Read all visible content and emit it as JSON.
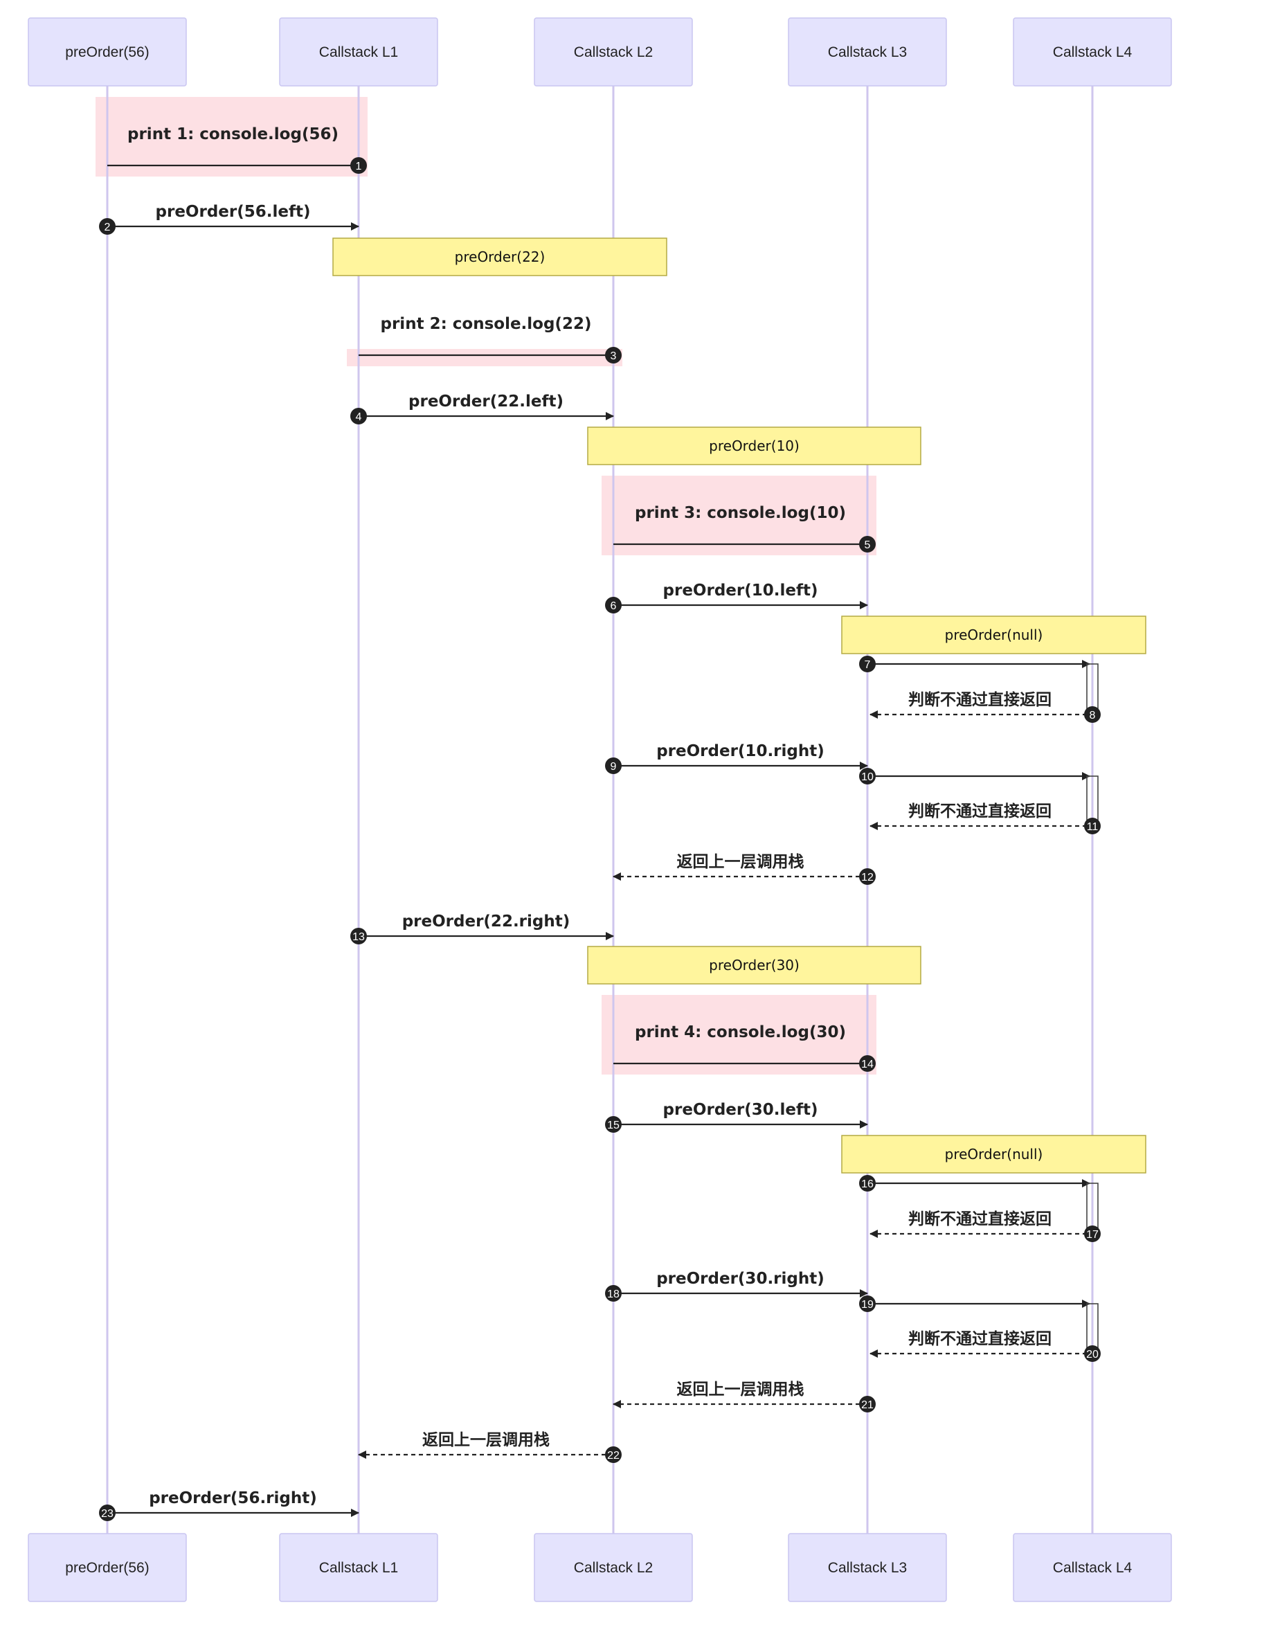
{
  "participants": [
    {
      "id": "P0",
      "label": "preOrder(56)"
    },
    {
      "id": "P1",
      "label": "Callstack L1"
    },
    {
      "id": "P2",
      "label": "Callstack L2"
    },
    {
      "id": "P3",
      "label": "Callstack L3"
    },
    {
      "id": "P4",
      "label": "Callstack L4"
    }
  ],
  "highlights": [
    {
      "from": 0,
      "to": 1
    },
    {
      "from": 1,
      "to": 2
    },
    {
      "from": 2,
      "to": 3
    },
    {
      "from": 2,
      "to": 3
    }
  ],
  "notes": [
    {
      "text": "preOrder(22)",
      "over": [
        1,
        2
      ]
    },
    {
      "text": "preOrder(10)",
      "over": [
        2,
        3
      ]
    },
    {
      "text": "preOrder(null)",
      "over": [
        3,
        4
      ]
    },
    {
      "text": "preOrder(30)",
      "over": [
        2,
        3
      ]
    },
    {
      "text": "preOrder(null)",
      "over": [
        3,
        4
      ]
    }
  ],
  "messages": [
    {
      "seq": 1,
      "from": 1,
      "to": 0,
      "text": "print 1: console.log(56)",
      "style": "solid",
      "arrow": "none"
    },
    {
      "seq": 2,
      "from": 0,
      "to": 1,
      "text": "preOrder(56.left)",
      "style": "solid",
      "arrow": "filled"
    },
    {
      "seq": 3,
      "from": 2,
      "to": 1,
      "text": "print 2: console.log(22)",
      "style": "solid",
      "arrow": "none"
    },
    {
      "seq": 4,
      "from": 1,
      "to": 2,
      "text": "preOrder(22.left)",
      "style": "solid",
      "arrow": "filled"
    },
    {
      "seq": 5,
      "from": 3,
      "to": 2,
      "text": "print 3: console.log(10)",
      "style": "solid",
      "arrow": "none"
    },
    {
      "seq": 6,
      "from": 2,
      "to": 3,
      "text": "preOrder(10.left)",
      "style": "solid",
      "arrow": "filled"
    },
    {
      "seq": 7,
      "from": 3,
      "to": 4,
      "text": "",
      "style": "solid",
      "arrow": "filled"
    },
    {
      "seq": 8,
      "from": 4,
      "to": 3,
      "text": "判断不通过直接返回",
      "style": "dashed",
      "arrow": "filled"
    },
    {
      "seq": 9,
      "from": 2,
      "to": 3,
      "text": "preOrder(10.right)",
      "style": "solid",
      "arrow": "filled"
    },
    {
      "seq": 10,
      "from": 3,
      "to": 4,
      "text": "",
      "style": "solid",
      "arrow": "filled"
    },
    {
      "seq": 11,
      "from": 4,
      "to": 3,
      "text": "判断不通过直接返回",
      "style": "dashed",
      "arrow": "filled"
    },
    {
      "seq": 12,
      "from": 3,
      "to": 2,
      "text": "返回上一层调用栈",
      "style": "dashed",
      "arrow": "filled"
    },
    {
      "seq": 13,
      "from": 1,
      "to": 2,
      "text": "preOrder(22.right)",
      "style": "solid",
      "arrow": "filled"
    },
    {
      "seq": 14,
      "from": 3,
      "to": 2,
      "text": "print 4: console.log(30)",
      "style": "solid",
      "arrow": "none"
    },
    {
      "seq": 15,
      "from": 2,
      "to": 3,
      "text": "preOrder(30.left)",
      "style": "solid",
      "arrow": "filled"
    },
    {
      "seq": 16,
      "from": 3,
      "to": 4,
      "text": "",
      "style": "solid",
      "arrow": "filled"
    },
    {
      "seq": 17,
      "from": 4,
      "to": 3,
      "text": "判断不通过直接返回",
      "style": "dashed",
      "arrow": "filled"
    },
    {
      "seq": 18,
      "from": 2,
      "to": 3,
      "text": "preOrder(30.right)",
      "style": "solid",
      "arrow": "filled"
    },
    {
      "seq": 19,
      "from": 3,
      "to": 4,
      "text": "",
      "style": "solid",
      "arrow": "filled"
    },
    {
      "seq": 20,
      "from": 4,
      "to": 3,
      "text": "判断不通过直接返回",
      "style": "dashed",
      "arrow": "filled"
    },
    {
      "seq": 21,
      "from": 3,
      "to": 2,
      "text": "返回上一层调用栈",
      "style": "dashed",
      "arrow": "filled"
    },
    {
      "seq": 22,
      "from": 2,
      "to": 1,
      "text": "返回上一层调用栈",
      "style": "dashed",
      "arrow": "filled"
    },
    {
      "seq": 23,
      "from": 0,
      "to": 1,
      "text": "preOrder(56.right)",
      "style": "solid",
      "arrow": "filled"
    }
  ]
}
